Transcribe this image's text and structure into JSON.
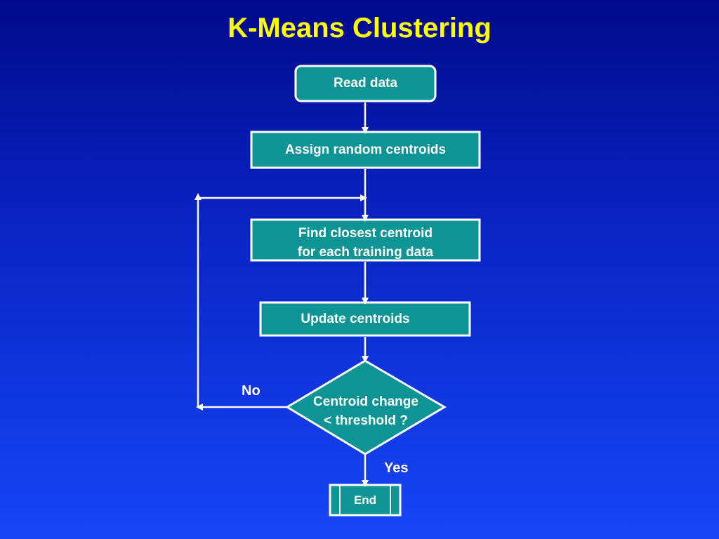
{
  "title": "K-Means Clustering",
  "colors": {
    "node_fill": "#0e9494",
    "node_border": "#ffffff",
    "arrow": "#ffffff",
    "title": "#ffff00",
    "text": "#ffffff"
  },
  "nodes": {
    "read_data": "Read data",
    "assign_centroids": "Assign random centroids",
    "find_closest_line1": "Find closest centroid",
    "find_closest_line2": "for each training data",
    "update_centroids": "Update centroids",
    "decision_line1": "Centroid change",
    "decision_line2": "<  threshold ?",
    "end": "End"
  },
  "edges": {
    "no_label": "No",
    "yes_label": "Yes"
  }
}
